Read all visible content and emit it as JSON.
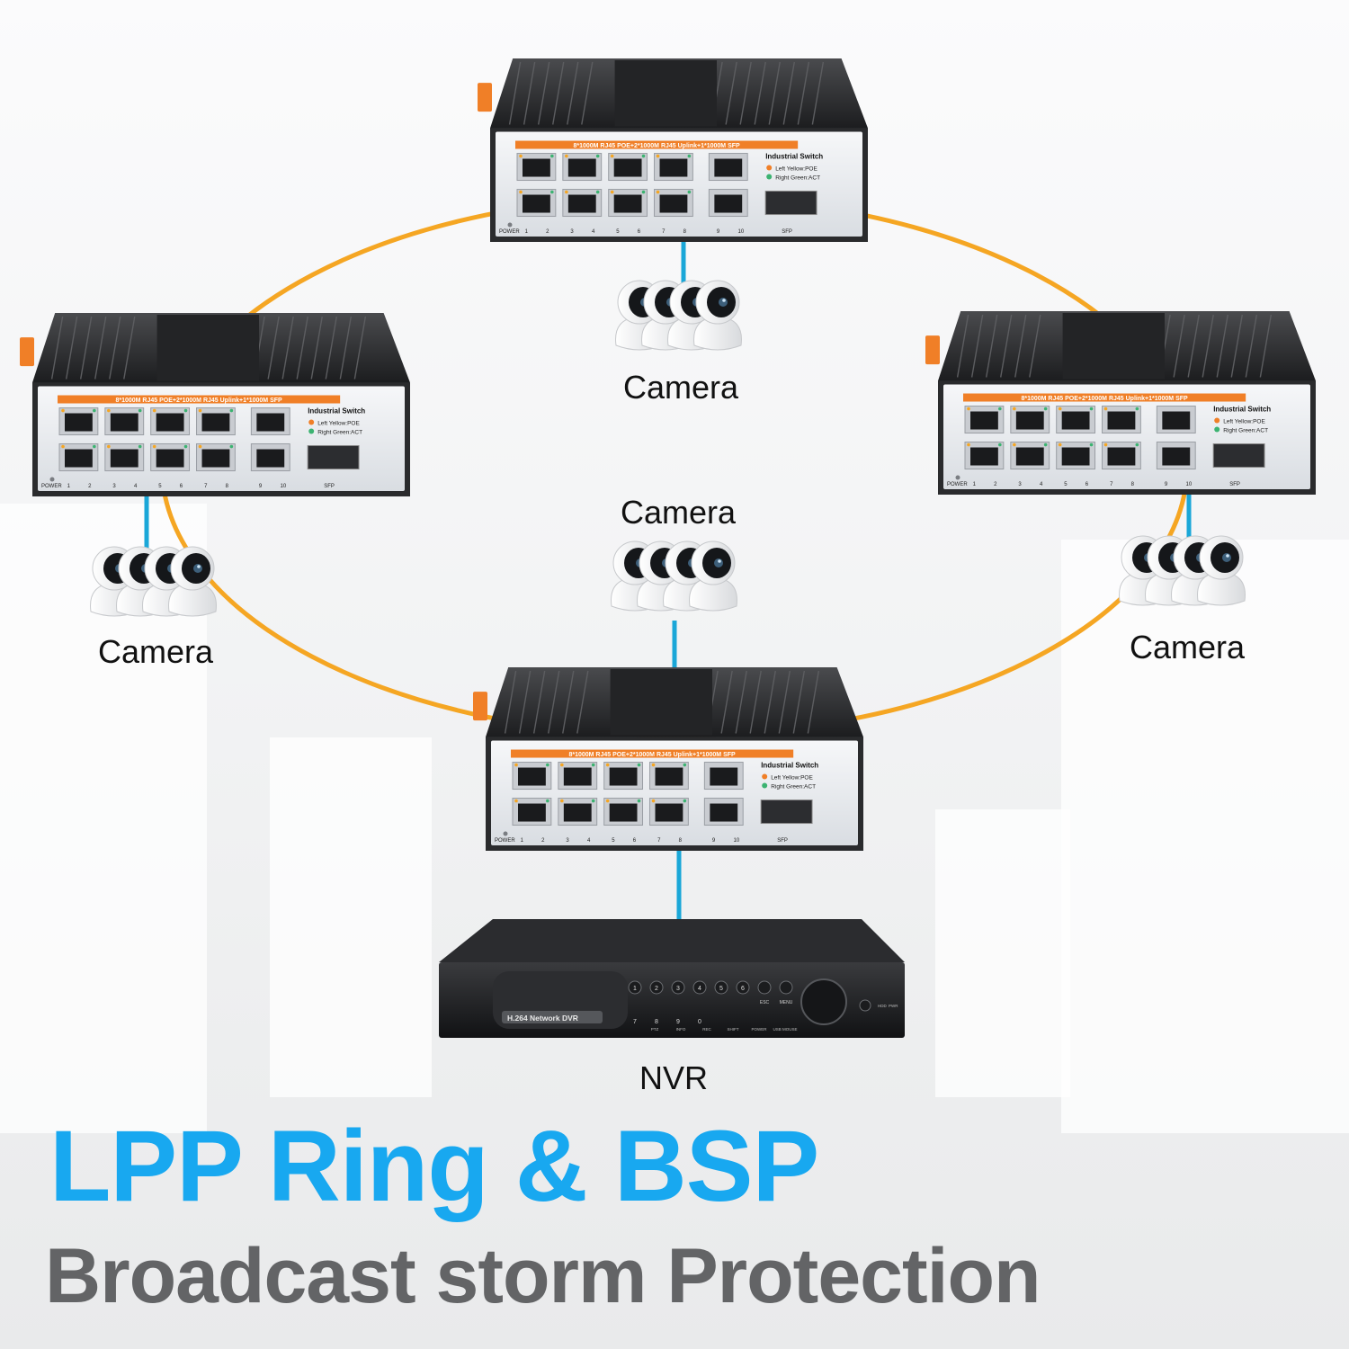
{
  "switch": {
    "banner": "8*1000M RJ45 POE+2*1000M RJ45 Uplink+1*1000M SFP",
    "title": "Industrial Switch",
    "legend_poe": "Left Yellow:POE",
    "legend_act": "Right Green:ACT",
    "power_label": "POWER",
    "port_labels": [
      "1",
      "2",
      "3",
      "4",
      "5",
      "6",
      "7",
      "8"
    ],
    "uplink_labels": [
      "9",
      "10"
    ],
    "sfp_label": "SFP"
  },
  "nvr": {
    "model": "H.264 Network DVR",
    "buttons_top": [
      "1",
      "2",
      "3",
      "4",
      "5",
      "6"
    ],
    "buttons_bottom": [
      "7",
      "8",
      "9",
      "0"
    ],
    "keys": [
      "PTZ",
      "INFO",
      "REC",
      "SHIFT",
      "POWER",
      "USB MOUSE"
    ],
    "esc_label": "ESC",
    "menu_label": "MENU",
    "hdd_label": "HDD",
    "pwr_label": "PWR"
  },
  "labels": {
    "camera_top": "Camera",
    "camera_center": "Camera",
    "camera_left": "Camera",
    "camera_right": "Camera",
    "nvr": "NVR"
  },
  "headline": "LPP Ring & BSP",
  "subline": "Broadcast storm Protection",
  "colors": {
    "ring": "#f5a623",
    "link": "#1aa7d8",
    "headline": "#18a8f0",
    "subline": "#636466",
    "switch_body": "#2a2b2d",
    "switch_face": "#eef0f3",
    "banner": "#f07f27"
  }
}
